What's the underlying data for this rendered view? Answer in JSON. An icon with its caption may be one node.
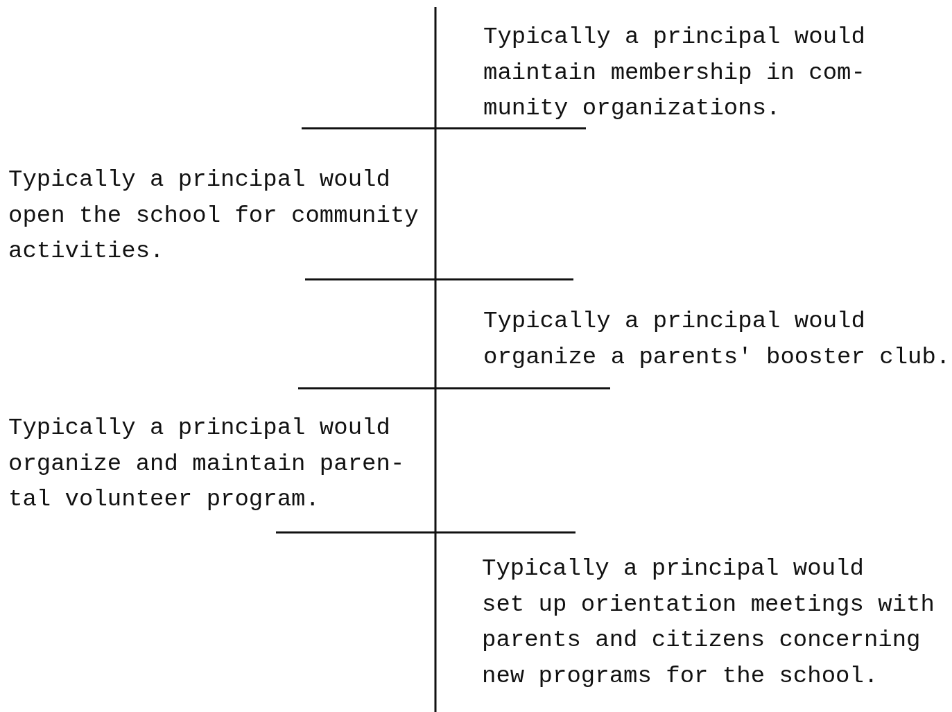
{
  "diagram": {
    "labels": [
      "Typically a principal would maintain membership in com- munity organizations.",
      "Typically a principal would open the school for community activities.",
      "Typically a principal would organize a parents' booster club.",
      "Typically a principal would organize and maintain paren- tal volunteer program.",
      "Typically a principal would set up orientation meetings with parents and citizens concerning new programs for the school."
    ]
  }
}
